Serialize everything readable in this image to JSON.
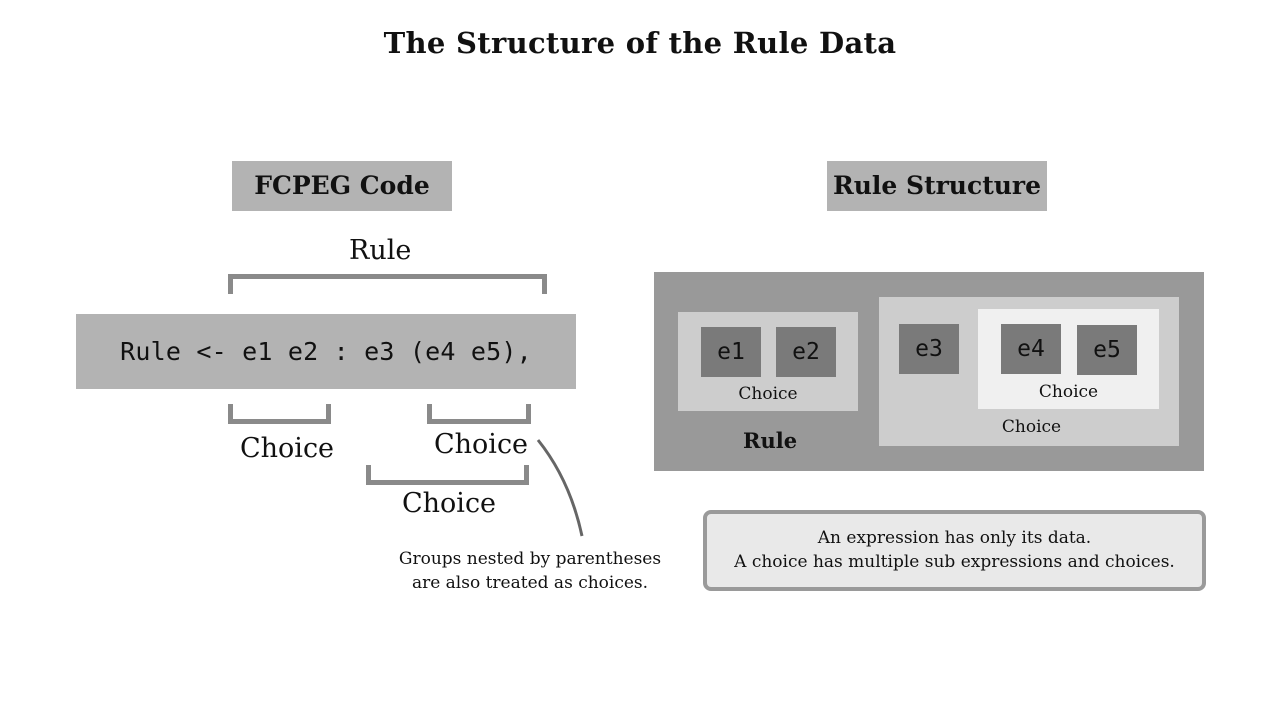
{
  "title": "The Structure of the Rule Data",
  "left_panel": {
    "header": "FCPEG Code",
    "code": "Rule <- e1 e2 : e3 (e4 e5),",
    "rule_label": "Rule",
    "choice_label_1": "Choice",
    "choice_label_2": "Choice",
    "choice_label_3": "Choice",
    "note_line1": "Groups nested by parentheses",
    "note_line2": "are also treated as choices."
  },
  "right_panel": {
    "header": "Rule Structure",
    "rule_label": "Rule",
    "choice_a_label": "Choice",
    "choice_b_label": "Choice",
    "choice_nested_label": "Choice",
    "elements": [
      "e1",
      "e2",
      "e3",
      "e4",
      "e5"
    ]
  },
  "legend": {
    "line1": "An expression has only its data.",
    "line2": "A choice has multiple sub expressions and choices."
  }
}
